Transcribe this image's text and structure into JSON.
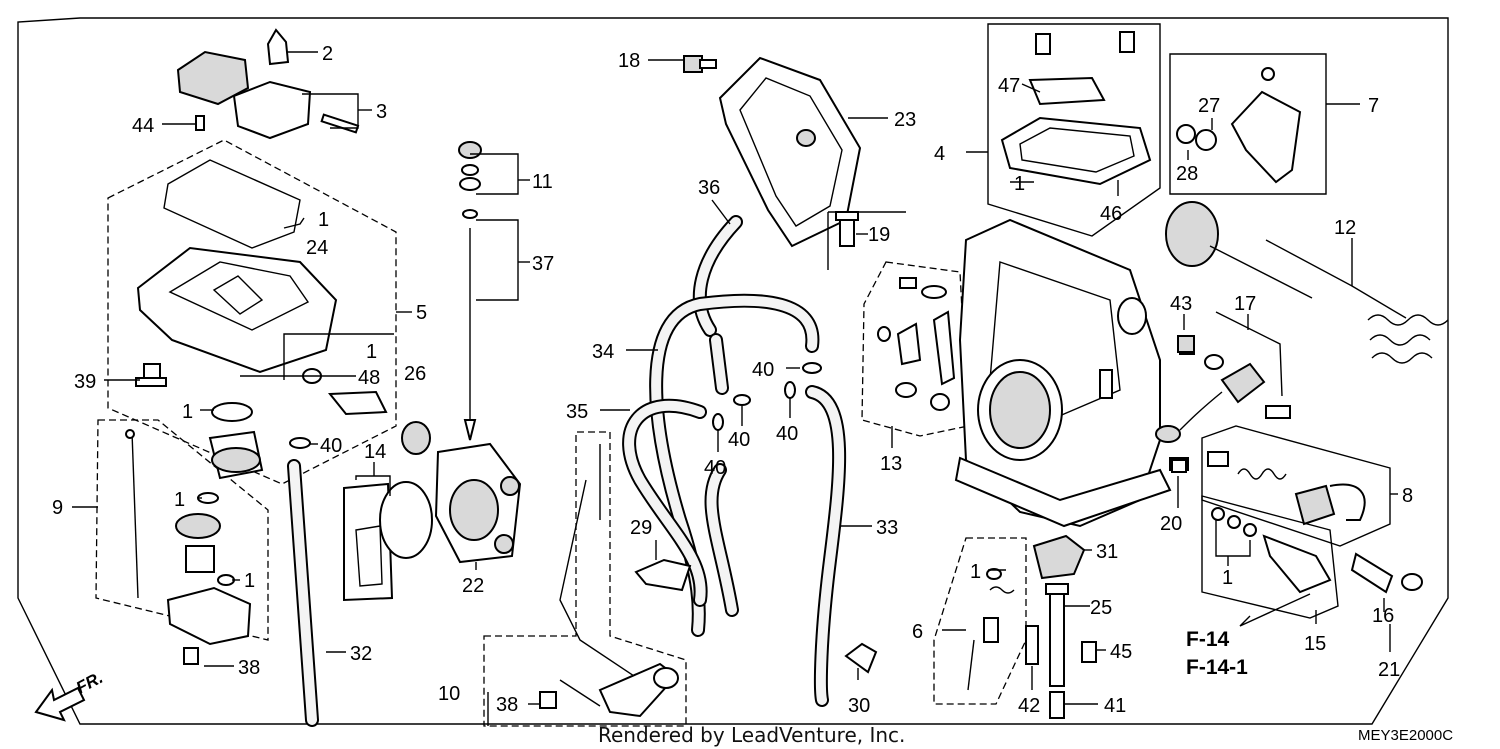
{
  "diagram": {
    "callouts": {
      "p1": "1",
      "p2": "2",
      "p3": "3",
      "p4": "4",
      "p5": "5",
      "p6": "6",
      "p7": "7",
      "p8": "8",
      "p9": "9",
      "p10": "10",
      "p11": "11",
      "p12": "12",
      "p13": "13",
      "p14": "14",
      "p15": "15",
      "p16": "16",
      "p17": "17",
      "p18": "18",
      "p19": "19",
      "p20": "20",
      "p21": "21",
      "p22": "22",
      "p23": "23",
      "p24": "24",
      "p25": "25",
      "p26": "26",
      "p27": "27",
      "p28": "28",
      "p29": "29",
      "p30": "30",
      "p31": "31",
      "p32": "32",
      "p33": "33",
      "p34": "34",
      "p35": "35",
      "p36": "36",
      "p37": "37",
      "p38": "38",
      "p39": "39",
      "p40": "40",
      "p41": "41",
      "p42": "42",
      "p43": "43",
      "p44": "44",
      "p45": "45",
      "p46": "46",
      "p47": "47",
      "p48": "48"
    },
    "references": [
      "F-14",
      "F-14-1"
    ],
    "direction_label": "FR.",
    "diagram_code": "MEY3E2000C",
    "watermark": "Rendered by LeadVenture, Inc."
  }
}
